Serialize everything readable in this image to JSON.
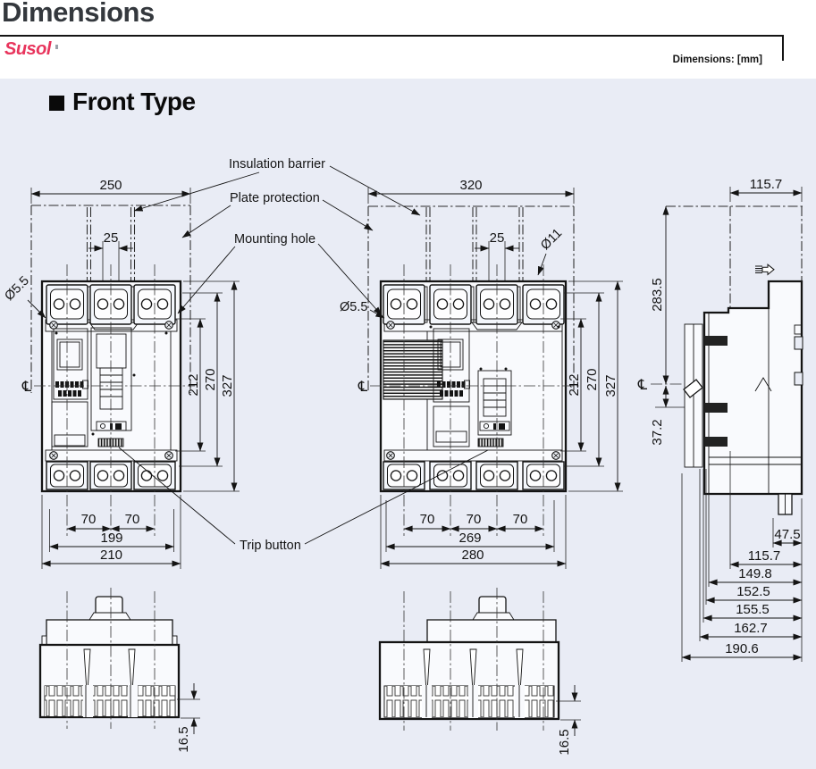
{
  "header": {
    "title": "Dimensions",
    "brand": "Susol",
    "units_note": "Dimensions: [mm]"
  },
  "section": {
    "heading": "Front Type"
  },
  "labels": {
    "insulation_barrier": "Insulation barrier",
    "plate_protection": "Plate protection",
    "mounting_hole": "Mounting hole",
    "trip_button": "Trip button",
    "centerline": "℄"
  },
  "front3p": {
    "barrier_width": "250",
    "hole_pitch": "25",
    "mount_dia": "Ø5.5",
    "pitch1": "70",
    "pitch2": "70",
    "mount_width": "199",
    "width": "210",
    "mount_height": "212",
    "mid_height": "270",
    "height": "327"
  },
  "front4p": {
    "barrier_width": "320",
    "hole_pitch": "25",
    "lug_hole_dia": "Ø11",
    "mount_dia": "Ø5.5",
    "pitch1": "70",
    "pitch2": "70",
    "pitch3": "70",
    "mount_width": "269",
    "width": "280",
    "mount_height": "212",
    "mid_height": "270",
    "height": "327"
  },
  "side": {
    "barrier_depth": "115.7",
    "height_above_cl": "283.5",
    "handle_below_cl": "37.2",
    "stack": [
      "47.5",
      "115.7",
      "149.8",
      "152.5",
      "155.5",
      "162.7",
      "190.6"
    ]
  },
  "bottom3p": {
    "lug_depth": "16.5"
  },
  "bottom4p": {
    "lug_depth": "16.5"
  },
  "icons": {
    "section_bullet": "black-square",
    "direction_arrow": "striped-right-arrow"
  },
  "colors": {
    "accent": "#e8345c",
    "canvas": "#e9ecf5",
    "line": "#141414"
  }
}
